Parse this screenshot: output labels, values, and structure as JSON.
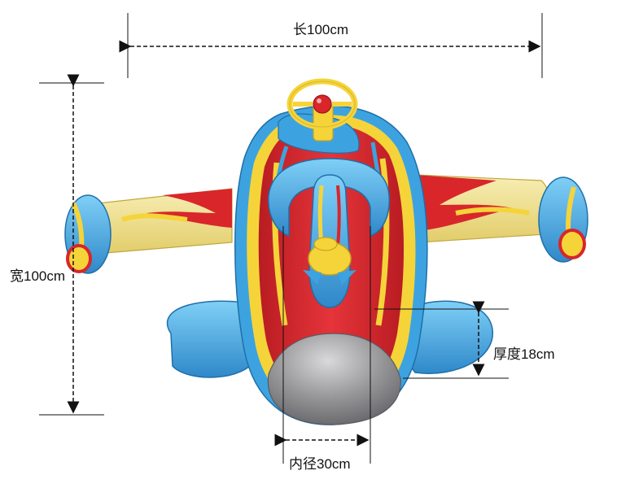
{
  "dimensions": {
    "length_label": "长100cm",
    "width_label": "宽100cm",
    "thickness_label": "厚度18cm",
    "inner_diameter_label": "内径30cm"
  },
  "product": {
    "image_subject": "inflatable-airplane-pool-float",
    "colors": {
      "red": "#d8262b",
      "yellow": "#f5d43a",
      "blue": "#3da3e0",
      "cream": "#efe09a",
      "silver": "#9a9a9c"
    }
  }
}
